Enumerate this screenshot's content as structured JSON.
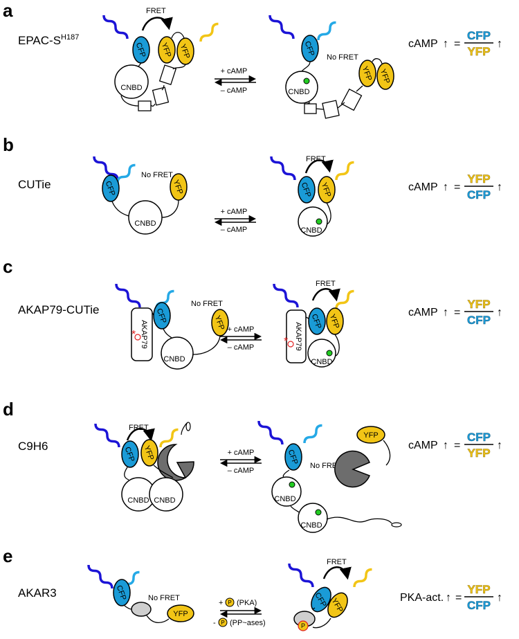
{
  "colors": {
    "cfp": "#1a9bd7",
    "yfp": "#f2c516",
    "dark_blue_wave": "#1c14d6",
    "light_blue_wave": "#25a9e6",
    "yellow_wave": "#f2c516",
    "gray_domain": "#6d6d6d",
    "light_gray": "#cfcfcf",
    "green_ligand": "#22cc22",
    "red_star": "#e02020"
  },
  "labels": {
    "cfp": "CFP",
    "yfp": "YFP",
    "cnbd": "CNBD",
    "fret": "FRET",
    "no_fret": "No FRET",
    "akap79": "AKAP79",
    "p": "P"
  },
  "panels": [
    {
      "letter": "a",
      "name": "EPAC-S",
      "name_sup": "H187",
      "arrow_top": "+ cAMP",
      "arrow_bottom": "– cAMP",
      "readout_prefix": "cAMP",
      "numerator": "CFP",
      "denominator": "YFP"
    },
    {
      "letter": "b",
      "name": "CUTie",
      "arrow_top": "+ cAMP",
      "arrow_bottom": "– cAMP",
      "readout_prefix": "cAMP",
      "numerator": "YFP",
      "denominator": "CFP"
    },
    {
      "letter": "c",
      "name": "AKAP79-CUTie",
      "arrow_top": "+ cAMP",
      "arrow_bottom": "– cAMP",
      "readout_prefix": "cAMP",
      "numerator": "YFP",
      "denominator": "CFP"
    },
    {
      "letter": "d",
      "name": "C9H6",
      "arrow_top": "+ cAMP",
      "arrow_bottom": "– cAMP",
      "readout_prefix": "cAMP",
      "numerator": "CFP",
      "denominator": "YFP"
    },
    {
      "letter": "e",
      "name": "AKAR3",
      "arrow_top_prefix": "+",
      "arrow_top_suffix": "(PKA)",
      "arrow_bottom_prefix": "-",
      "arrow_bottom_suffix": "(PP~ases)",
      "readout_prefix": "PKA-act.",
      "numerator": "YFP",
      "denominator": "CFP"
    }
  ]
}
